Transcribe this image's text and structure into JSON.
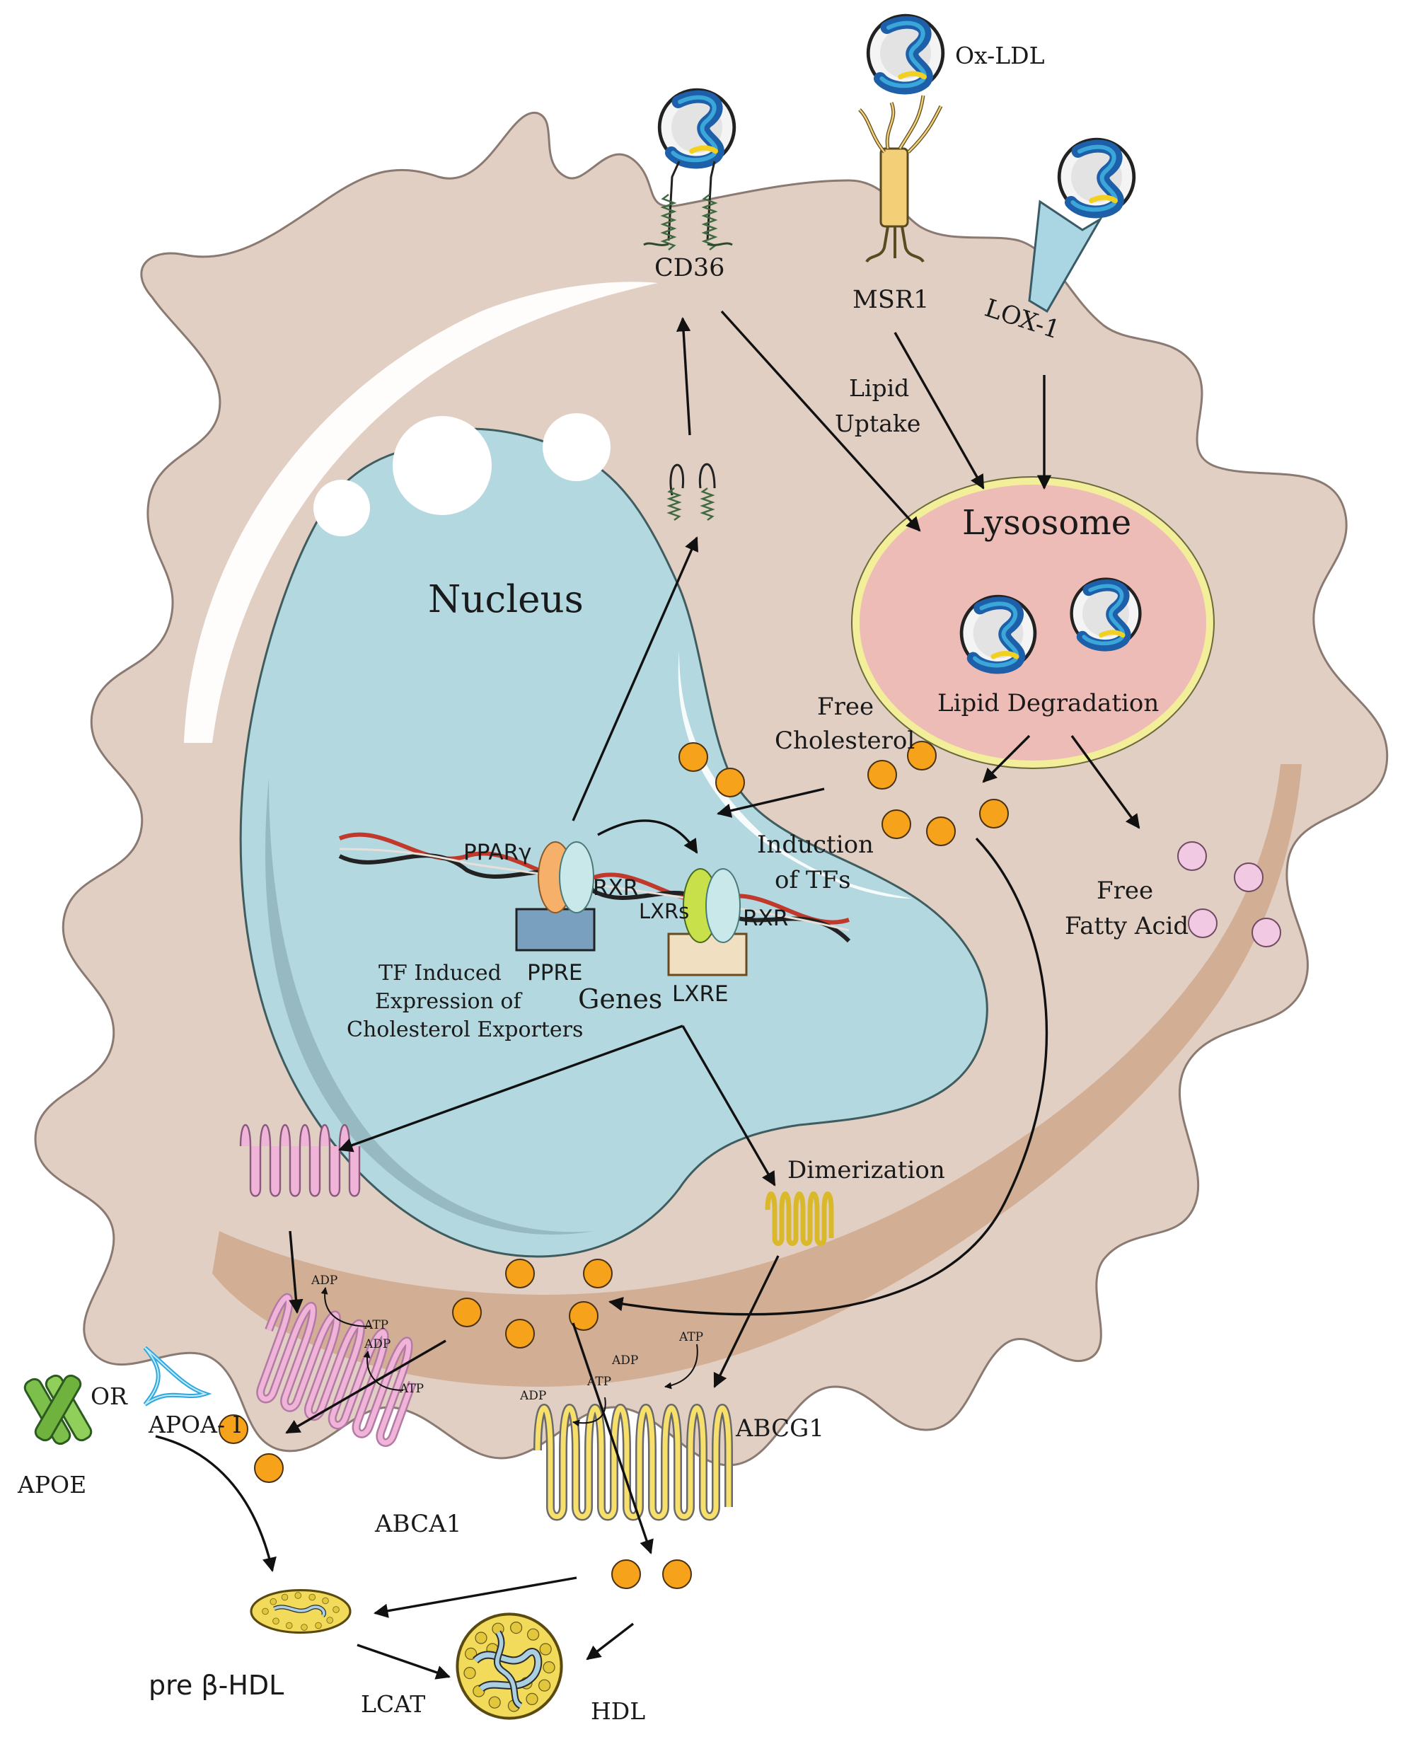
{
  "labels": {
    "ox_ldl": "Ox-LDL",
    "cd36": "CD36",
    "msr1": "MSR1",
    "lox1": "LOX-1",
    "lipid_uptake_1": "Lipid",
    "lipid_uptake_2": "Uptake",
    "lysosome": "Lysosome",
    "lipid_degradation": "Lipid Degradation",
    "free_cholesterol_1": "Free",
    "free_cholesterol_2": "Cholesterol",
    "free_fatty_acid_1": "Free",
    "free_fatty_acid_2": "Fatty Acid",
    "nucleus": "Nucleus",
    "induction_1": "Induction",
    "induction_2": "of TFs",
    "ppar": "PPARγ",
    "rxr_1": "RXR",
    "rxr_2": "RXR",
    "lxrs": "LXRs",
    "ppre": "PPRE",
    "lxre": "LXRE",
    "genes": "Genes",
    "tf_1": "TF Induced",
    "tf_2": "Expression of",
    "tf_3": "Cholesterol Exporters",
    "dimerization": "Dimerization",
    "abca1": "ABCA1",
    "abcg1": "ABCG1",
    "apoe": "APOE",
    "or": "OR",
    "apoa1": "APOA- Ⅰ",
    "pre_hdl": "pre β-HDL",
    "lcat": "LCAT",
    "hdl": "HDL",
    "atp": "ATP",
    "adp": "ADP"
  },
  "colors": {
    "cell_fill": "#e2cfc4",
    "cell_stroke": "#8a7a72",
    "nucleus_fill": "#b3d8e0",
    "nucleus_stroke": "#3f5c5e",
    "lysosome_fill": "#eebcb6",
    "lysosome_ring": "#f3ee9a",
    "membrane_band": "#cfa88c",
    "cholesterol": "#f7a21b",
    "fatty_acid": "#f2c9e3",
    "abca1": "#f0b4d8",
    "abcg1": "#f7df6c",
    "lox1": "#a9d6e2",
    "msr1": "#f3d078"
  }
}
